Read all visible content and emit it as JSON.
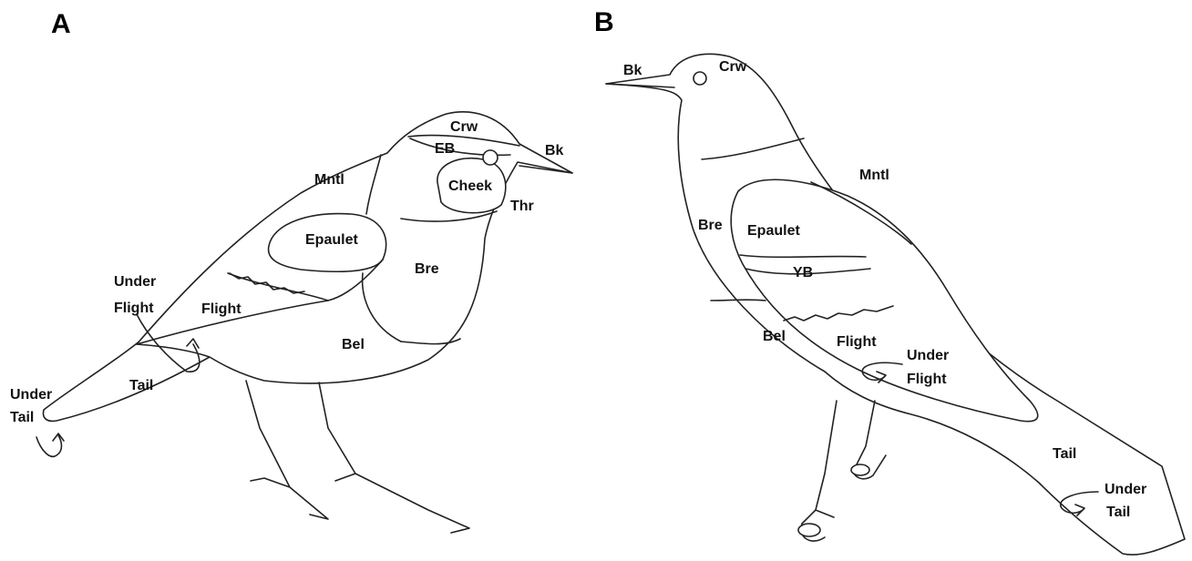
{
  "panels": {
    "a": {
      "letter": "A",
      "labels": {
        "crw": "Crw",
        "eb": "EB",
        "bk": "Bk",
        "cheek": "Cheek",
        "thr": "Thr",
        "mntl": "Mntl",
        "epaulet": "Epaulet",
        "bre": "Bre",
        "under_flight_1": "Under",
        "under_flight_2": "Flight",
        "flight": "Flight",
        "bel": "Bel",
        "tail": "Tail",
        "under_tail_1": "Under",
        "under_tail_2": "Tail"
      }
    },
    "b": {
      "letter": "B",
      "labels": {
        "bk": "Bk",
        "crw": "Crw",
        "mntl": "Mntl",
        "bre": "Bre",
        "epaulet": "Epaulet",
        "yb": "YB",
        "bel": "Bel",
        "flight": "Flight",
        "under_flight_1": "Under",
        "under_flight_2": "Flight",
        "tail": "Tail",
        "under_tail_1": "Under",
        "under_tail_2": "Tail"
      }
    }
  }
}
